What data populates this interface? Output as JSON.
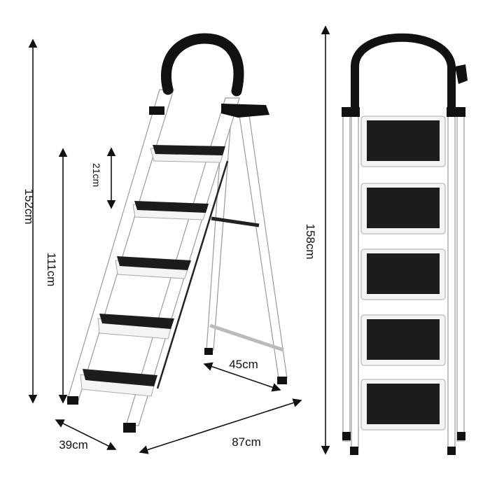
{
  "colors": {
    "frame": "#ffffff",
    "tread": "#1c1c1c",
    "grip": "#111111",
    "annotation": "#111111"
  },
  "dimensions": {
    "total_height_open": "152cm",
    "top_step_height": "111cm",
    "step_spacing": "21cm",
    "rear_base_depth": "45cm",
    "width": "39cm",
    "base_length": "87cm",
    "total_height_folded": "158cm"
  }
}
